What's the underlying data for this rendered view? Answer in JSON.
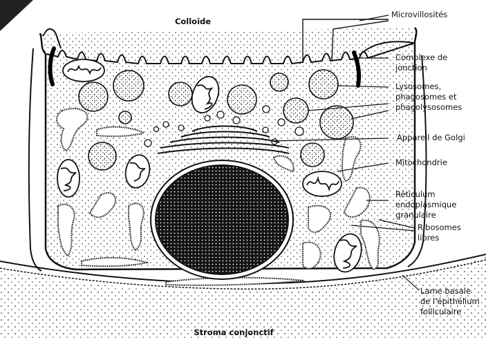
{
  "diagram": {
    "region_labels": {
      "top": "Colloïde",
      "bottom": "Stroma conjonctif"
    },
    "callouts": [
      {
        "id": "microvillosites",
        "lines": [
          "Microvillosités"
        ]
      },
      {
        "id": "complexe",
        "lines": [
          "Complexe de",
          "jonction"
        ]
      },
      {
        "id": "lysosomes",
        "lines": [
          "Lysosomes,",
          "phagosomes et",
          "phagolysosomes"
        ]
      },
      {
        "id": "golgi",
        "lines": [
          "Appareil de Golgi"
        ]
      },
      {
        "id": "mitochondrie",
        "lines": [
          "Mitochondrie"
        ]
      },
      {
        "id": "reticulum",
        "lines": [
          "Réticulum",
          "endoplasmique",
          "granulaire"
        ]
      },
      {
        "id": "ribosomes",
        "lines": [
          "Ribosomes",
          "libres"
        ]
      },
      {
        "id": "lame",
        "lines": [
          "Lame basale",
          "de l'épithélium",
          "folliculaire"
        ]
      }
    ],
    "colors": {
      "ink": "#111111",
      "paper": "#ffffff"
    }
  }
}
